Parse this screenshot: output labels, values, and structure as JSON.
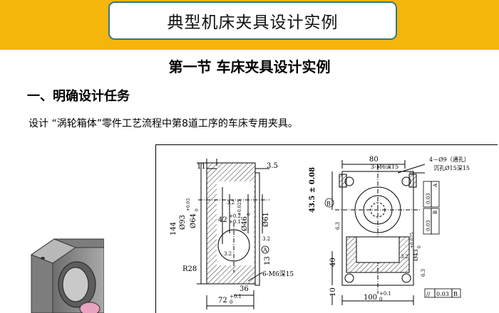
{
  "header": {
    "title": "典型机床夹具设计实例"
  },
  "section": {
    "title": "第一节  车床夹具设计实例"
  },
  "heading": {
    "text": "一、明确设计任务"
  },
  "body": {
    "text": "设计 “涡轮箱体”零件工艺流程中第8道工序的车床专用夹具。"
  },
  "colors": {
    "band": "#f5b50a",
    "title_border": "#2b7a8a",
    "hatch": "#000000"
  },
  "drawing": {
    "left_view": {
      "dim_11": "11",
      "dim_3_5": "3.5",
      "dim_144": "144",
      "dim_d93": "Ø93",
      "dim_d64": "Ø64",
      "dim_d64_tol": "+0.05",
      "dim_d64_tol2": "0",
      "dim_42": "42",
      "dim_42_tol": "+0.2",
      "dim_42_tol2": "+0.1",
      "dim_d46": "Ø46",
      "dim_d46_tol": "+0.025",
      "dim_d46_tol2": "0",
      "dim_d61": "Ø61",
      "rough_3_2a": "3.2",
      "rough_3_2b": "3.2",
      "rough_3_2c": "3.2",
      "label_A": "A",
      "dim_13": "13",
      "dim_R28": "R28",
      "note_6m6": "6-M6深15",
      "dim_36": "36",
      "dim_72": "72",
      "dim_72_tol": "+0.1",
      "dim_72_tol2": "0"
    },
    "right_view": {
      "dim_80": "80",
      "note_4d9": "4－Ø9（通孔）",
      "note_sink": "沉孔Ø15深15",
      "note_3m6": "3-M6深15",
      "dim_43_5": "43.5 ± 0.08",
      "label_B": "B",
      "tol1_value": "0.03",
      "tol1_ref": "A",
      "tol2_value": "0.03",
      "tol2_ref": "B",
      "rough_6_3a": "6.3",
      "rough_6_3b": "6.3",
      "rough_3_2": "3.2",
      "dim_40": "40",
      "dim_10": "10",
      "dim_d43": "Ø43",
      "dim_d43_tol": "+0.025",
      "dim_d43_tol2": "0",
      "dim_100": "100",
      "dim_100_tol": "+0.1",
      "dim_100_tol2": "0",
      "tol3_symbol": "//",
      "tol3_value": "0.03",
      "tol3_ref": "B"
    }
  }
}
